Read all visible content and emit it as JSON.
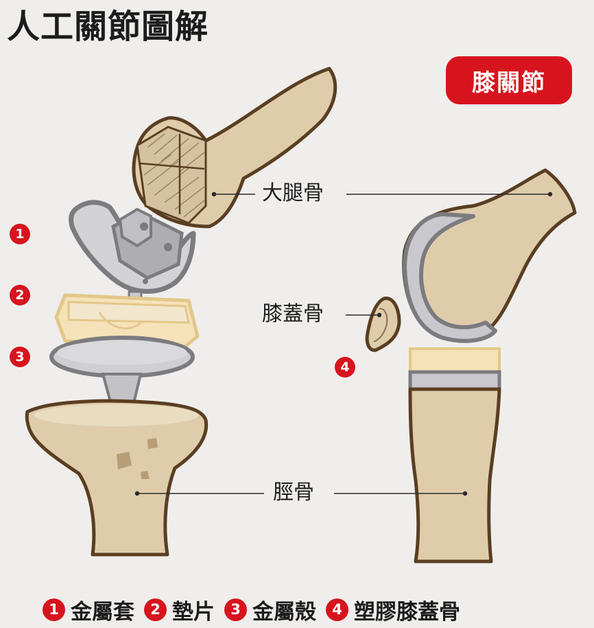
{
  "title": "人工關節圖解",
  "badge": "膝關節",
  "markers": [
    "1",
    "2",
    "3",
    "4"
  ],
  "labels": {
    "femur": "大腿骨",
    "patella": "膝蓋骨",
    "tibia": "脛骨"
  },
  "legend": [
    {
      "num": "1",
      "text": "金屬套"
    },
    {
      "num": "2",
      "text": "墊片"
    },
    {
      "num": "3",
      "text": "金屬殼"
    },
    {
      "num": "4",
      "text": "塑膠膝蓋骨"
    }
  ],
  "colors": {
    "background": "#efeeec",
    "accent": "#d7141e",
    "bone": "#dfccaa",
    "bone_outline": "#5a3e22",
    "metal": "#c9c9cd",
    "metal_outline": "#7b7b80",
    "pad": "#f5e2b8"
  }
}
